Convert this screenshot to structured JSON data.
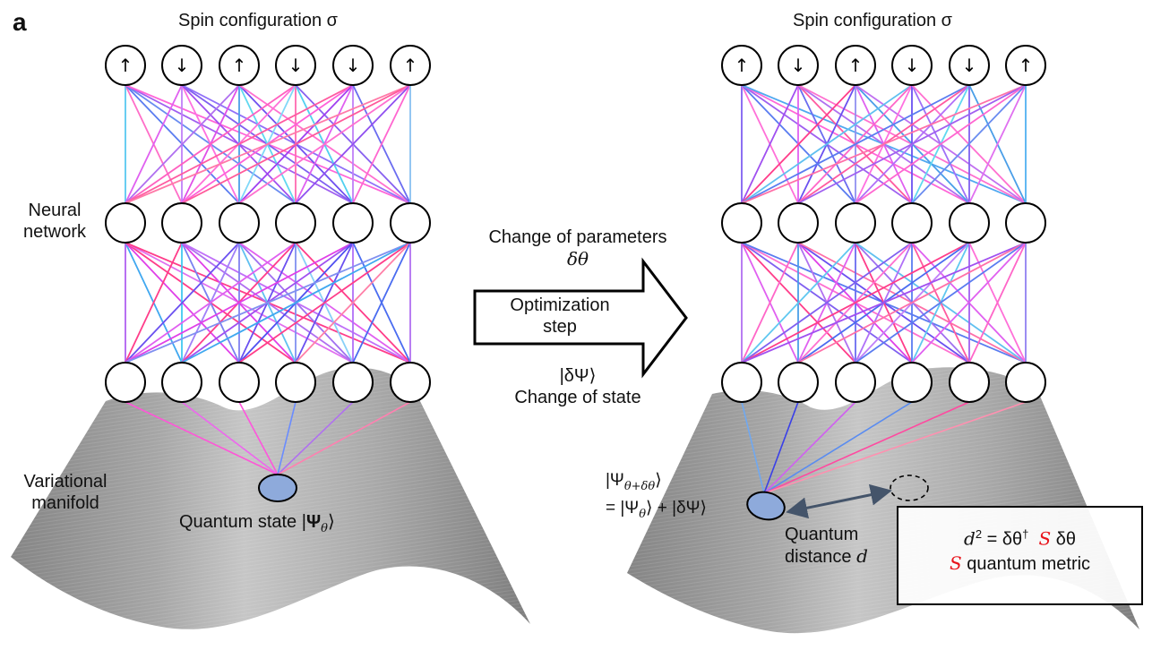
{
  "panel_label": "a",
  "left_panel": {
    "spin_title": "Spin configuration σ",
    "spins": [
      "↑",
      "↓",
      "↑",
      "↓",
      "↓",
      "↑"
    ],
    "neural_network_label_line1": "Neural",
    "neural_network_label_line2": "network",
    "manifold_label_line1": "Variational",
    "manifold_label_line2": "manifold",
    "quantum_state_label": "Quantum state |",
    "quantum_state_psi": "Ψ",
    "quantum_state_sub": "θ",
    "quantum_state_close": "⟩",
    "layer1_to_layer2_colors": [
      [
        "#58c8f0",
        "#ff6ec8",
        "#5a7cf0",
        "#6a8cf0",
        "#a060f0",
        "#ff66d8"
      ],
      [
        "#e060f0",
        "#c080f8",
        "#ff70e0",
        "#a050f0",
        "#8060f0",
        "#9070f8"
      ],
      [
        "#b070f0",
        "#e050e8",
        "#4a9ee8",
        "#60d8f0",
        "#7050f0",
        "#ff70d0"
      ],
      [
        "#ff60c0",
        "#ff70d8",
        "#80d8f8",
        "#ff6ab0",
        "#50d0f0",
        "#8860f0"
      ],
      [
        "#ff5aa0",
        "#ff60d8",
        "#a040f0",
        "#e060f0",
        "#c080f8",
        "#6a6cf0"
      ],
      [
        "#ff7aa8",
        "#ff5a9a",
        "#ff70d0",
        "#9050f0",
        "#ff66d0",
        "#88c0f0"
      ]
    ],
    "layer2_to_layer3_colors": [
      [
        "#b060f0",
        "#40a8f0",
        "#e040e8",
        "#ff3d8a",
        "#e070f0",
        "#ff3d8a"
      ],
      [
        "#ff3d8a",
        "#40c8f0",
        "#7a80f0",
        "#e040e8",
        "#b070f0",
        "#c070f8"
      ],
      [
        "#6a50f0",
        "#a080f8",
        "#8080f0",
        "#60c0f0",
        "#a070f0",
        "#e060f0"
      ],
      [
        "#e060f0",
        "#ff3d8a",
        "#6a50f0",
        "#8090f0",
        "#88d0f8",
        "#ff3d8a"
      ],
      [
        "#e040e8",
        "#a050f0",
        "#5050f0",
        "#6a50f0",
        "#b070f8",
        "#4a6cf0"
      ],
      [
        "#8090f0",
        "#40a8f0",
        "#ff3d8a",
        "#ff80a8",
        "#4a6cf0",
        "#b070f0"
      ]
    ],
    "layer3_to_state_colors": [
      "#ff55d8",
      "#ee66ee",
      "#ff55dd",
      "#6a8cff",
      "#b070f0",
      "#ff80b0"
    ]
  },
  "arrow": {
    "top_line1": "Change of parameters",
    "top_line2": "δθ",
    "body_line1": "Optimization",
    "body_line2": "step",
    "bottom_line1": "|δΨ⟩",
    "bottom_line2": "Change of state"
  },
  "right_panel": {
    "spin_title": "Spin configuration σ",
    "spins": [
      "↑",
      "↓",
      "↑",
      "↓",
      "↓",
      "↑"
    ],
    "layer1_to_layer2_colors": [
      [
        "#8060f0",
        "#ff70d8",
        "#5a7cf0",
        "#a060f0",
        "#ff66d8",
        "#50a8f0"
      ],
      [
        "#a050f0",
        "#e060f0",
        "#6a6cf0",
        "#ff5aa0",
        "#b070f0",
        "#ff70d0"
      ],
      [
        "#ff3d8a",
        "#6a50f0",
        "#9090f0",
        "#e060f0",
        "#4a9ee8",
        "#c070f0"
      ],
      [
        "#60c0f0",
        "#ff66c8",
        "#ff70e0",
        "#6a50f0",
        "#a070f8",
        "#ff70d0"
      ],
      [
        "#5a7cf0",
        "#ff5aa0",
        "#b070f8",
        "#60d8f0",
        "#8060f0",
        "#4a9ee8"
      ],
      [
        "#ff70a8",
        "#a060f0",
        "#ff66d0",
        "#6a8cf0",
        "#e070f0",
        "#50b0f0"
      ]
    ],
    "layer2_to_layer3_colors": [
      [
        "#b070f0",
        "#e060f0",
        "#ff3d8a",
        "#8060f0",
        "#ff70d0",
        "#5a7cf0"
      ],
      [
        "#ff66c8",
        "#4a9ee8",
        "#b070f0",
        "#e040e8",
        "#6a50f0",
        "#ff70a8"
      ],
      [
        "#60c8f0",
        "#e060f0",
        "#6a6cf0",
        "#ff3d8a",
        "#a070f0",
        "#60c0f0"
      ],
      [
        "#8060f0",
        "#ff70d0",
        "#b070f8",
        "#5a7cf0",
        "#ff5aa0",
        "#e060f0"
      ],
      [
        "#ff3d8a",
        "#4a6cf0",
        "#c080f8",
        "#60c8f0",
        "#a060f0",
        "#ff70d8"
      ],
      [
        "#a050f0",
        "#ff70a8",
        "#5a7cf0",
        "#e060f0",
        "#ff66c8",
        "#9080f0"
      ]
    ],
    "layer3_to_state_colors": [
      "#70a8f0",
      "#3a40e8",
      "#d060f0",
      "#5a8cf0",
      "#ff4aa0",
      "#ff90b0"
    ],
    "new_state_line1_psi": "|Ψ",
    "new_state_line1_sub": "θ+δθ",
    "new_state_line1_close": "⟩",
    "new_state_line2_prefix": "= |Ψ",
    "new_state_line2_sub": "θ",
    "new_state_line2_suffix": "⟩ + |δΨ⟩",
    "distance_label_line1": "Quantum",
    "distance_label_line2": "distance ",
    "distance_label_var": "d",
    "metric_box": {
      "eq_d": "d",
      "eq_sup": "2",
      "eq_mid": " = δθ",
      "eq_dagger": "†",
      "eq_S": "S",
      "eq_end": " δθ",
      "line2_S": "S",
      "line2_rest": " quantum metric"
    }
  },
  "colors": {
    "state_fill": "#8eaadb",
    "distance_arrow": "#44546a",
    "metric_red": "#e8141b",
    "node_stroke": "#000000",
    "manifold_dark": "#8a8a8a",
    "manifold_light": "#c4c4c4"
  }
}
